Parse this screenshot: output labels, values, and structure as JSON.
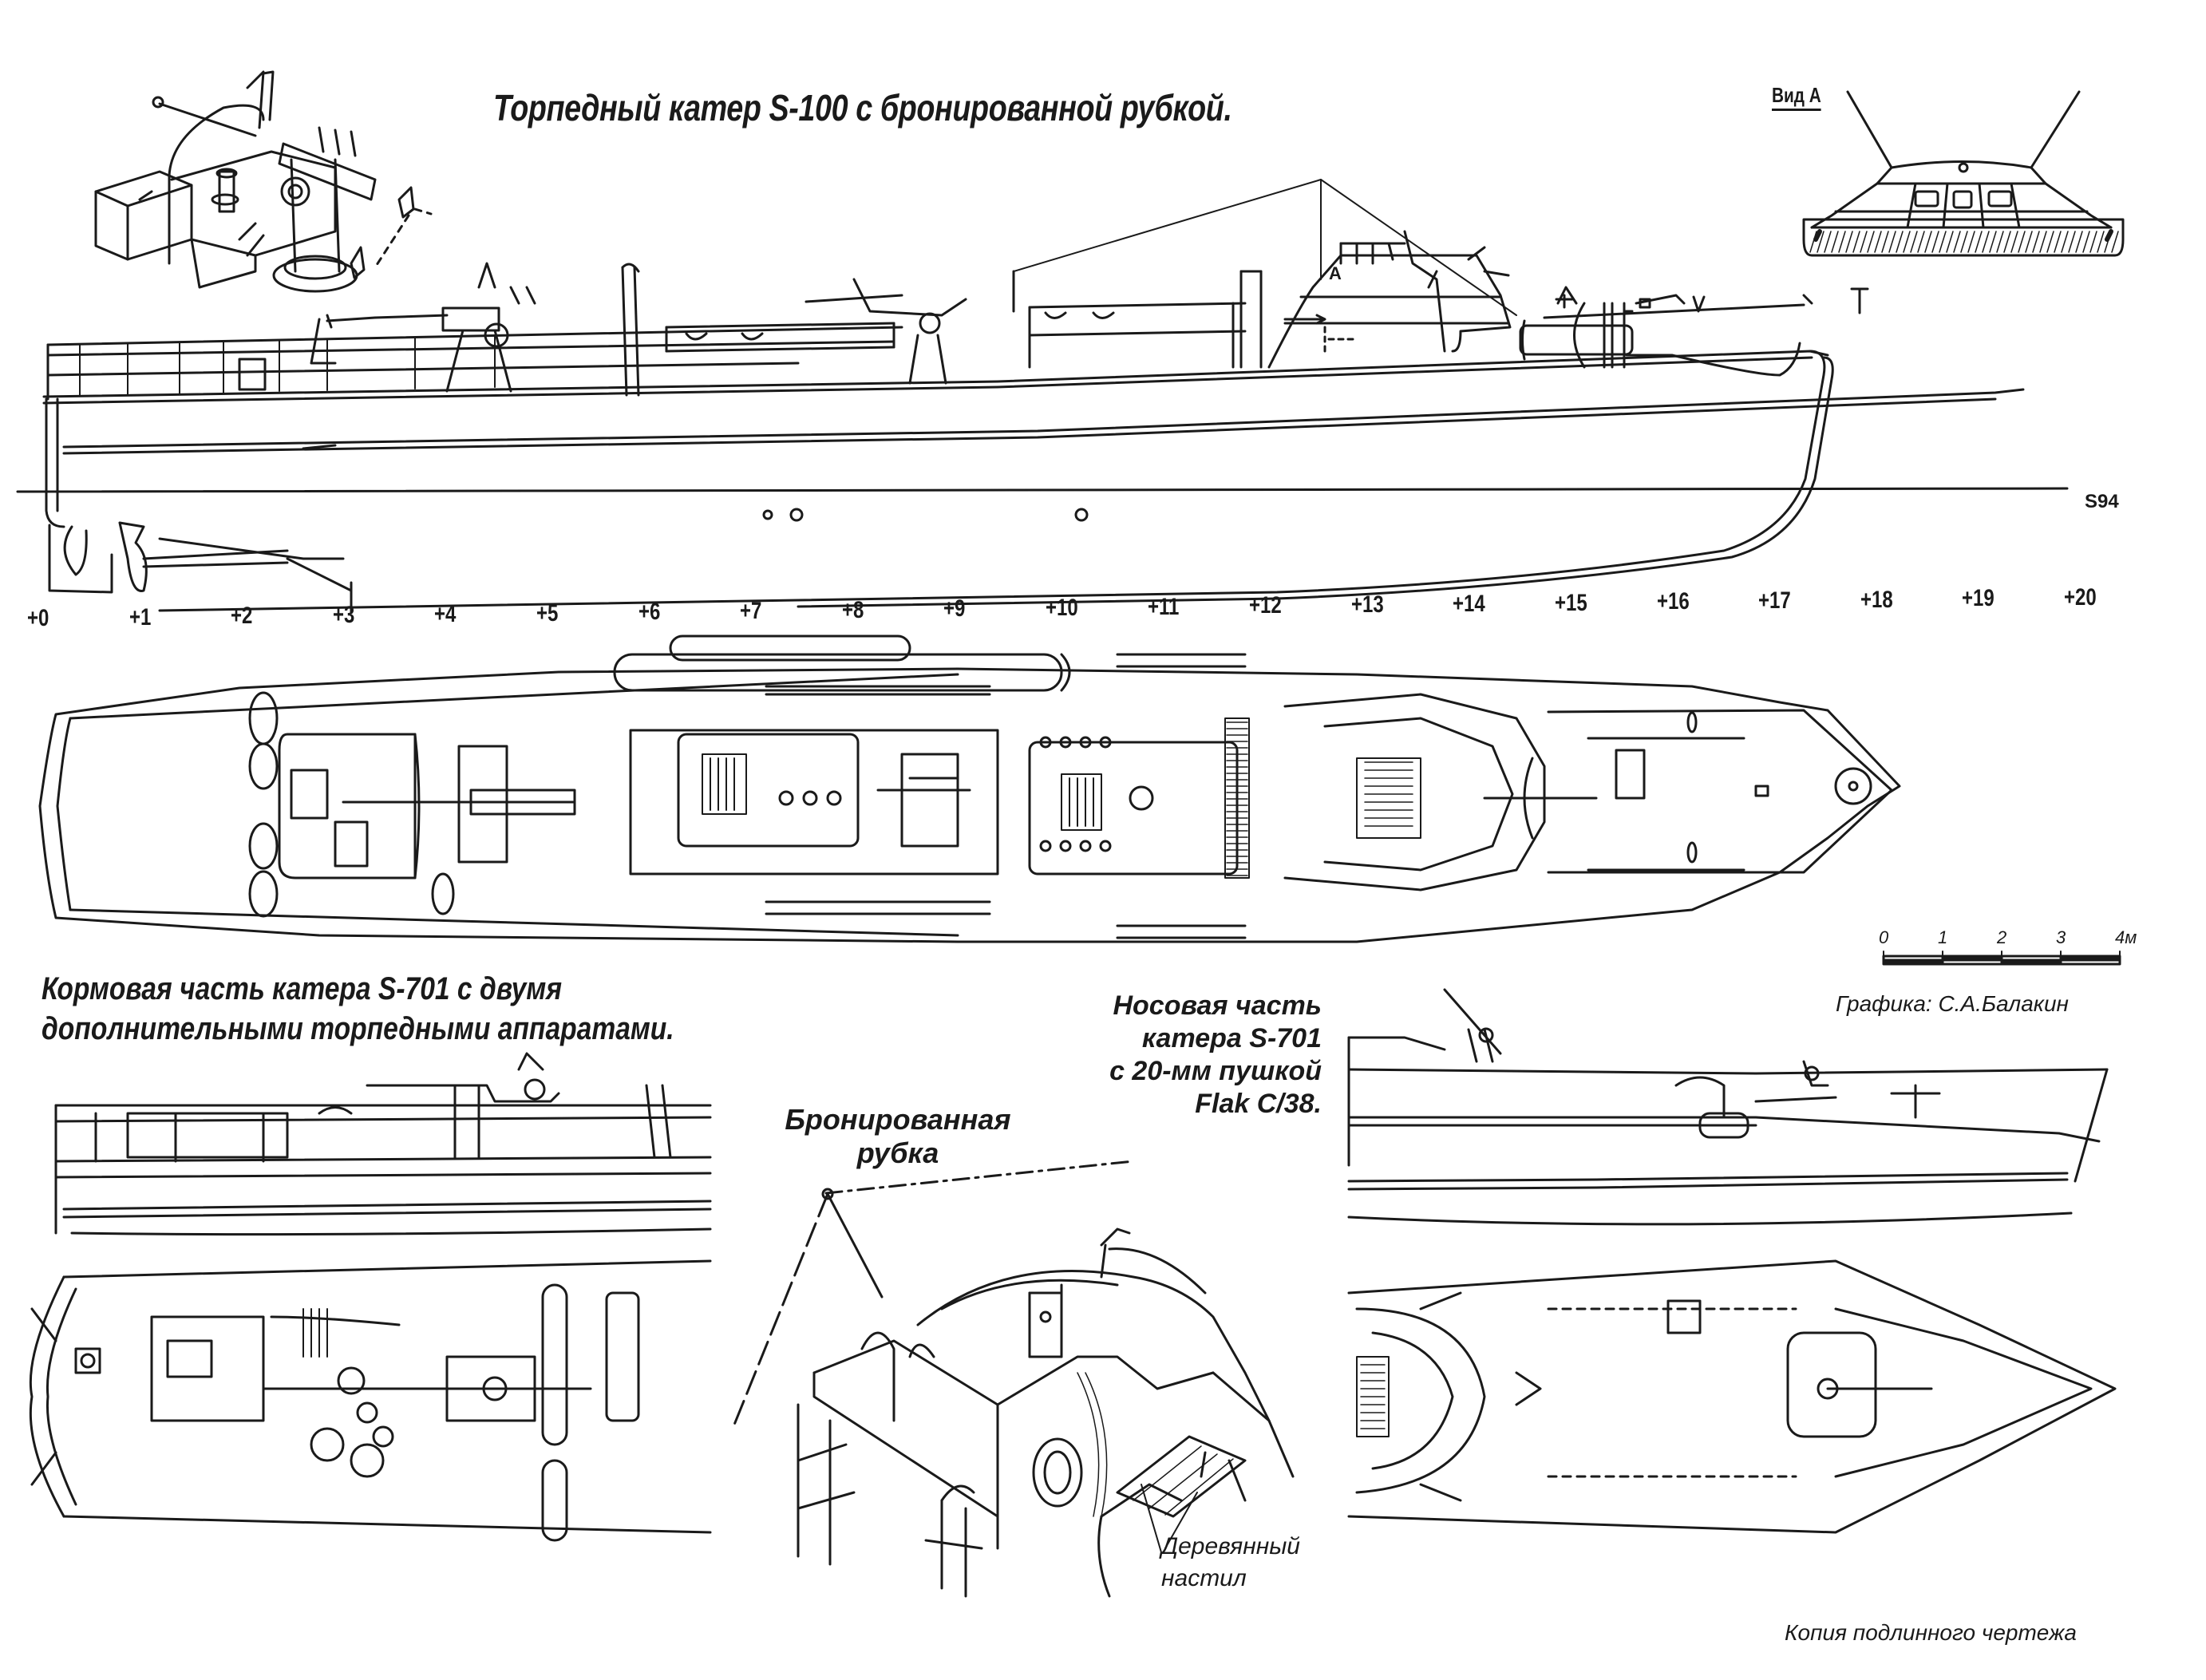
{
  "title": "Торпедный катер S-100 с бронированной рубкой.",
  "view_a_label": "Вид А",
  "arrow_label": "А",
  "drawing_code": "S94",
  "stations": [
    "+0",
    "+1",
    "+2",
    "+3",
    "+4",
    "+5",
    "+6",
    "+7",
    "+8",
    "+9",
    "+10",
    "+11",
    "+12",
    "+13",
    "+14",
    "+15",
    "+16",
    "+17",
    "+18",
    "+19",
    "+20"
  ],
  "scale_bar": {
    "ticks": [
      "0",
      "1",
      "2",
      "3",
      "4м"
    ],
    "unit": "м",
    "length_m": 4
  },
  "stern_caption": [
    "Кормовая часть катера S-701 с двумя",
    "дополнительными торпедными аппаратами."
  ],
  "bow_caption": [
    "Носовая часть",
    "катера S-701",
    "с 20-мм пушкой",
    "Flak C/38."
  ],
  "cabin_caption": [
    "Бронированная",
    "рубка"
  ],
  "deck_caption": [
    "Деревянный",
    "настил"
  ],
  "credit": "Графика: С.А.Балакин",
  "copy_note": "Копия подлинного чертежа",
  "colors": {
    "ink": "#1a1a1a",
    "paper": "#ffffff"
  }
}
